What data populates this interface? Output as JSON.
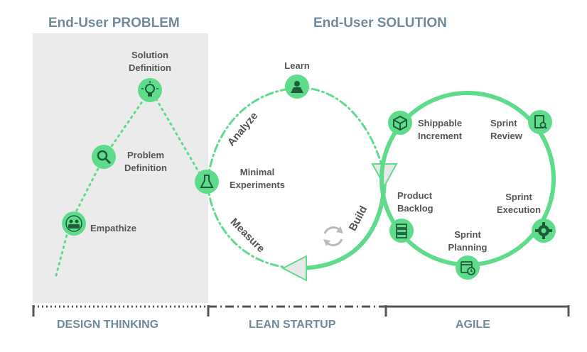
{
  "headers": {
    "problem": "End-User PROBLEM",
    "solution": "End-User SOLUTION"
  },
  "design_thinking": {
    "steps": {
      "solution_definition": "Solution\nDefinition",
      "problem_definition": "Problem\nDefinition",
      "empathize": "Empathize",
      "minimal_experiments": "Minimal\nExperiments"
    }
  },
  "lean_startup": {
    "learn": "Learn",
    "analyze": "Analyze",
    "build": "Build",
    "measure": "Measure"
  },
  "agile": {
    "shippable_increment": "Shippable\nIncrement",
    "sprint_review": "Sprint\nReview",
    "product_backlog": "Product\nBacklog",
    "sprint_execution": "Sprint\nExecution",
    "sprint_planning": "Sprint\nPlanning"
  },
  "footer": {
    "design_thinking": "DESIGN THINKING",
    "lean_startup": "LEAN STARTUP",
    "agile": "AGILE"
  },
  "icons": {
    "solution_definition": "lightbulb-icon",
    "problem_definition": "magnifier-icon",
    "empathize": "people-target-icon",
    "minimal_experiments": "flask-icon",
    "learn": "learner-icon",
    "iterate": "cycle-arrows-icon",
    "shippable_increment": "box-icon",
    "sprint_review": "clipboard-search-icon",
    "product_backlog": "backlog-list-icon",
    "sprint_execution": "gear-icon",
    "sprint_planning": "calendar-clock-icon"
  },
  "colors": {
    "green": "#5fdc8b",
    "green_dark": "#2e9e5b",
    "gray_panel": "#ebebeb",
    "header_text": "#6f8a9a",
    "label_text": "#555555"
  }
}
